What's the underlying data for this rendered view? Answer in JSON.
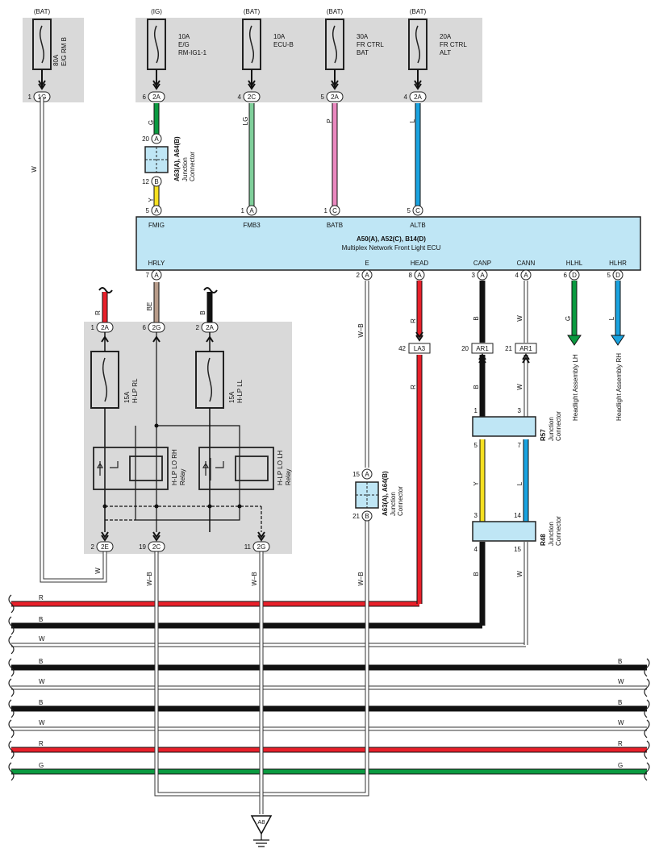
{
  "colors": {
    "shaded_area": "#d9d9d9",
    "ecu_fill": "#bfe6f5",
    "jc_fill": "#bfe6f5",
    "R": "#e8202a",
    "B": "#111111",
    "W": "#ffffff",
    "G": "#0a9a40",
    "L": "#1aa3e0",
    "LG": "#7fcf9a",
    "P": "#ea88bf",
    "Y": "#f5e020",
    "BE": "#b89c8a"
  },
  "fuses": [
    {
      "source": "(BAT)",
      "rating": "80A",
      "name": "E/G RM B",
      "pin": "1",
      "connector": "1G"
    },
    {
      "source": "(IG)",
      "rating": "10A",
      "name": "E/G",
      "name2": "RM-IG1-1",
      "pin": "6",
      "connector": "2A"
    },
    {
      "source": "(BAT)",
      "rating": "10A",
      "name": "ECU-B",
      "name2": "",
      "pin": "4",
      "connector": "2C"
    },
    {
      "source": "(BAT)",
      "rating": "30A",
      "name": "FR CTRL",
      "name2": "BAT",
      "pin": "5",
      "connector": "2A"
    },
    {
      "source": "(BAT)",
      "rating": "20A",
      "name": "FR CTRL",
      "name2": "ALT",
      "pin": "4",
      "connector": "2A"
    }
  ],
  "ecu": {
    "title": "A50(A), A52(C), B14(D)",
    "subtitle": "Multiplex Network Front Light ECU",
    "top_pins": [
      {
        "label": "FMIG",
        "pin": "5",
        "conn": "A"
      },
      {
        "label": "FMB3",
        "pin": "1",
        "conn": "A"
      },
      {
        "label": "BATB",
        "pin": "1",
        "conn": "C"
      },
      {
        "label": "ALTB",
        "pin": "5",
        "conn": "C"
      }
    ],
    "bottom_pins": [
      {
        "label": "HRLY",
        "pin": "7",
        "conn": "A"
      },
      {
        "label": "E",
        "pin": "2",
        "conn": "A"
      },
      {
        "label": "HEAD",
        "pin": "8",
        "conn": "A"
      },
      {
        "label": "CANP",
        "pin": "3",
        "conn": "A"
      },
      {
        "label": "CANN",
        "pin": "4",
        "conn": "A"
      },
      {
        "label": "HLHL",
        "pin": "6",
        "conn": "D"
      },
      {
        "label": "HLHR",
        "pin": "5",
        "conn": "D"
      }
    ]
  },
  "jc_top": {
    "title": "A63(A), A64(B)",
    "subtitle": "Junction",
    "subtitle2": "Connector",
    "pin_top": "20",
    "conn_top": "A",
    "pin_bot": "12",
    "conn_bot": "B"
  },
  "jc_mid": {
    "title": "A63(A), A64(B)",
    "subtitle": "Junction",
    "subtitle2": "Connector",
    "pin_top": "15",
    "conn_top": "A",
    "pin_bot": "21",
    "conn_bot": "B"
  },
  "r57": {
    "title": "R57",
    "subtitle": "Junction",
    "subtitle2": "Connector",
    "pins": [
      "1",
      "3",
      "5",
      "7"
    ]
  },
  "r48": {
    "title": "R48",
    "subtitle": "Junction",
    "subtitle2": "Connector",
    "pins": [
      "3",
      "14",
      "4",
      "15"
    ]
  },
  "wire_labels": {
    "w1": "W",
    "g_fmig": "G",
    "y_fmig": "Y",
    "lg": "LG",
    "p": "P",
    "l": "L",
    "r_top": "R",
    "be": "BE",
    "b_top": "B",
    "wb1": "W–B",
    "r_head": "R",
    "r_head2": "R",
    "b_canp": "B",
    "w_cann": "W",
    "b_canp2": "B",
    "w_cann2": "W",
    "y_mid": "Y",
    "l_mid": "L",
    "b_low": "B",
    "w_low": "W",
    "g_hlhl": "G",
    "l_hlhr": "L",
    "w_2e": "W",
    "wb_2c": "W–B",
    "wb_2g": "W–B",
    "wb_jc": "W–B"
  },
  "outputs": {
    "hlhl": "Headlight Assembly LH",
    "hlhr": "Headlight Assembly RH"
  },
  "relay_block": {
    "top_connectors": [
      {
        "pin": "1",
        "conn": "2A",
        "wire": "R"
      },
      {
        "pin": "6",
        "conn": "2G",
        "wire": "BE"
      },
      {
        "pin": "2",
        "conn": "2A",
        "wire": "B"
      }
    ],
    "fuses": [
      {
        "rating": "15A",
        "name": "H-LP RL"
      },
      {
        "rating": "15A",
        "name": "H-LP LL"
      }
    ],
    "relays": [
      {
        "name": "H-LP LO RH",
        "label": "Relay"
      },
      {
        "name": "H-LP LO LH",
        "label": "Relay"
      }
    ],
    "bottom_connectors": [
      {
        "pin": "2",
        "conn": "2E"
      },
      {
        "pin": "19",
        "conn": "2C"
      },
      {
        "pin": "11",
        "conn": "2G"
      }
    ]
  },
  "inline_connectors": [
    {
      "pin": "42",
      "conn": "LA3"
    },
    {
      "pin": "20",
      "conn": "AR1"
    },
    {
      "pin": "21",
      "conn": "AR1"
    }
  ],
  "bus_lines": [
    {
      "color_code": "R",
      "left_label": "R",
      "right_label": ""
    },
    {
      "color_code": "B",
      "left_label": "B",
      "right_label": ""
    },
    {
      "color_code": "W",
      "left_label": "W",
      "right_label": ""
    },
    {
      "color_code": "B",
      "left_label": "B",
      "right_label": "B"
    },
    {
      "color_code": "W",
      "left_label": "W",
      "right_label": "W"
    },
    {
      "color_code": "B",
      "left_label": "B",
      "right_label": "B"
    },
    {
      "color_code": "W",
      "left_label": "W",
      "right_label": "W"
    },
    {
      "color_code": "R",
      "left_label": "R",
      "right_label": "R"
    },
    {
      "color_code": "G",
      "left_label": "G",
      "right_label": "G"
    }
  ],
  "ground": {
    "label": "A8"
  }
}
